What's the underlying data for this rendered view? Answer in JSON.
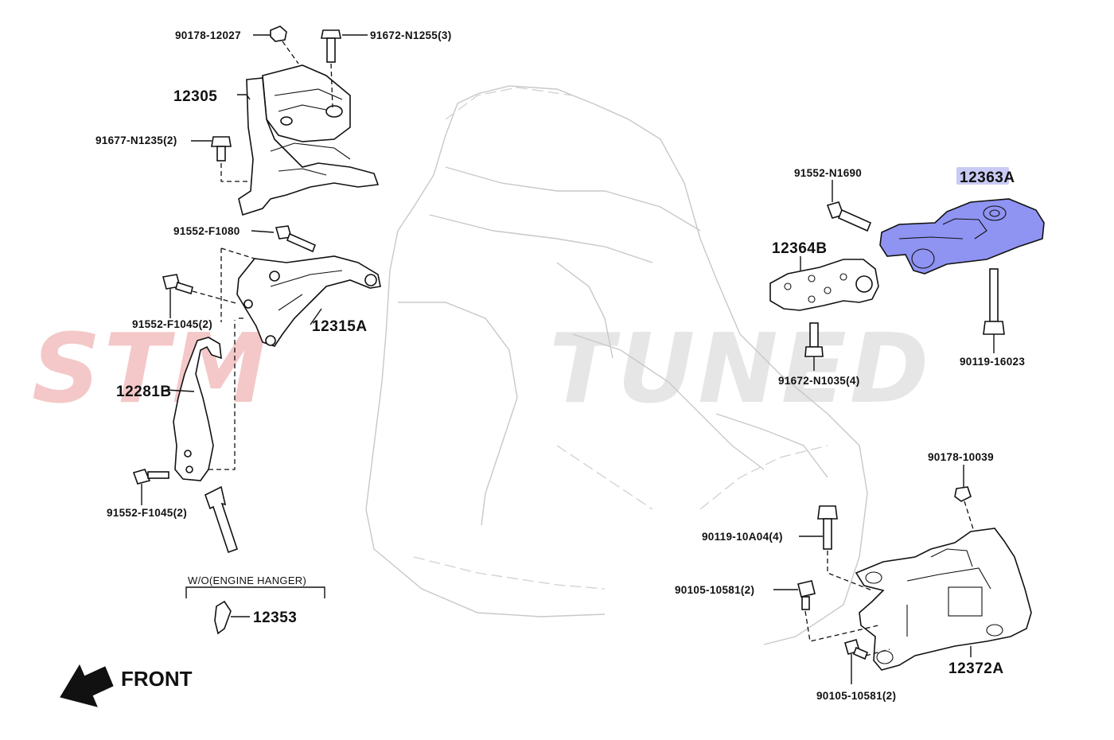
{
  "watermark": {
    "brand": "STM TUNED",
    "part1": "STM",
    "part2": "TUNED",
    "color1": "#f4c8c8",
    "color2": "#e6e6e6"
  },
  "highlight": {
    "part": "12363A",
    "fill": "#8f93f2",
    "label_bg": "#c9cbf5"
  },
  "labels": {
    "p90178_12027": "90178-12027",
    "p91672_N1255": "91672-N1255(3)",
    "p12305": "12305",
    "p91677_N1235": "91677-N1235(2)",
    "p91552_F1080": "91552-F1080",
    "p91552_F1045_a": "91552-F1045(2)",
    "p12315A": "12315A",
    "p12281B": "12281B",
    "p91552_F1045_b": "91552-F1045(2)",
    "wo_engine_hanger": "W/O(ENGINE HANGER)",
    "p12353": "12353",
    "p91552_N1690": "91552-N1690",
    "p12363A": "12363A",
    "p12364B": "12364B",
    "p90119_16023": "90119-16023",
    "p91672_N1035": "91672-N1035(4)",
    "p90178_10039": "90178-10039",
    "p90119_10A04": "90119-10A04(4)",
    "p90105_10581_a": "90105-10581(2)",
    "p12372A": "12372A",
    "p90105_10581_b": "90105-10581(2)"
  },
  "front": {
    "label": "FRONT",
    "icon": "arrow-left-down-icon"
  }
}
